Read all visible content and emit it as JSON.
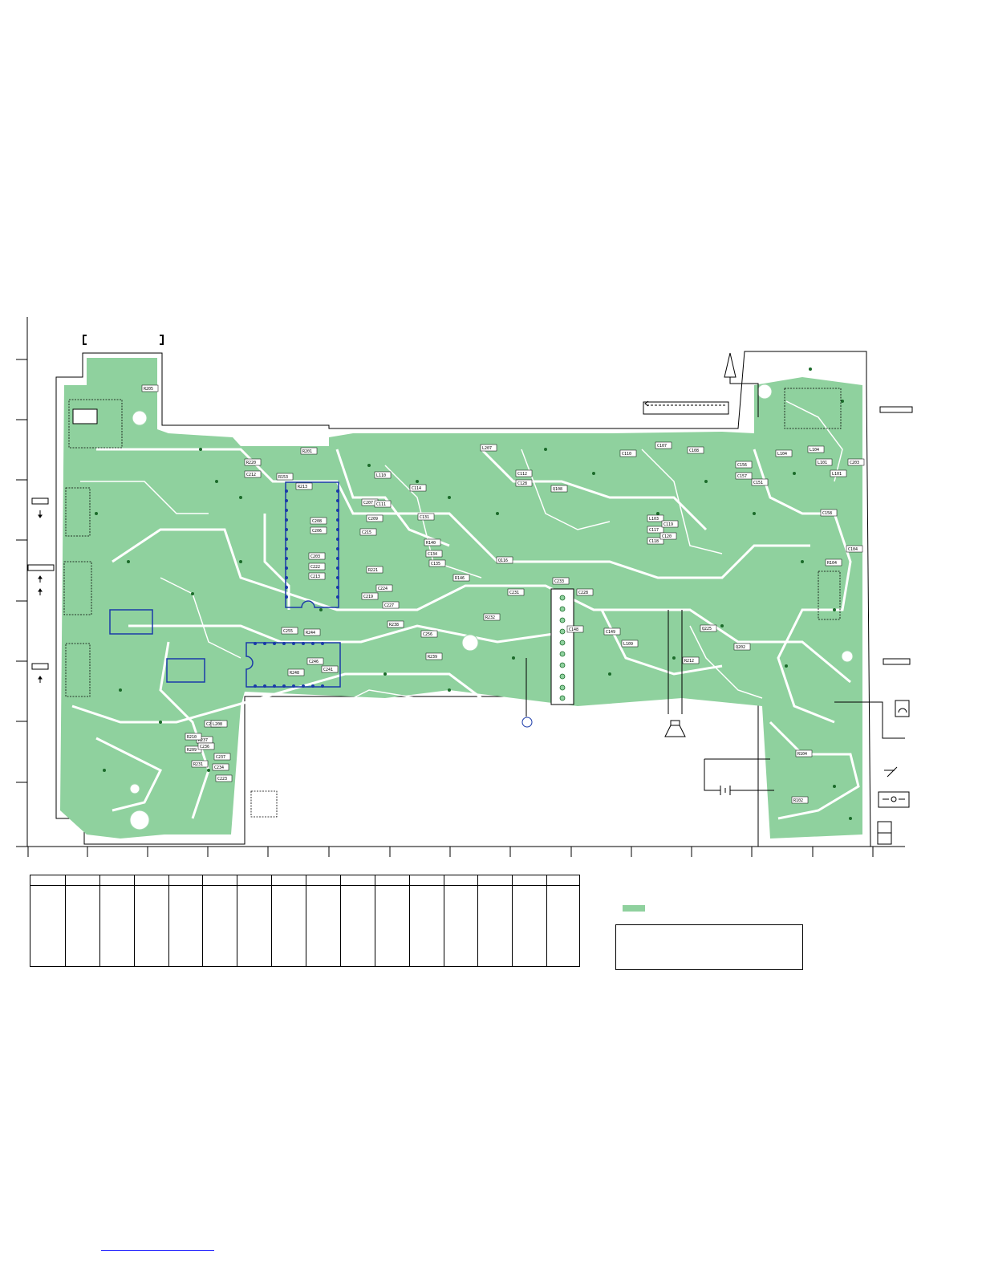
{
  "colors": {
    "copper": "#8fd19e",
    "trace": "#ffffff",
    "outline": "#000000",
    "highlight": "#1a3aa8",
    "link": "#2d2dff"
  },
  "component_labels": [
    "R205",
    "R102",
    "R104",
    "C104",
    "L104",
    "L101",
    "C203",
    "R201",
    "R213",
    "R104",
    "C107",
    "C108",
    "C110",
    "Q108",
    "L103",
    "C117",
    "C118",
    "C119",
    "C120",
    "L101",
    "L104",
    "C151",
    "C156",
    "C157",
    "C158",
    "R153",
    "C208",
    "C206",
    "C203",
    "C222",
    "C213",
    "R220",
    "C212",
    "C207",
    "C209",
    "C215",
    "R244",
    "C246",
    "R248",
    "C241",
    "C255",
    "R231",
    "R237",
    "C260",
    "R210",
    "R209",
    "C236",
    "C237",
    "C234",
    "C223",
    "C219",
    "R221",
    "C224",
    "C227",
    "R238",
    "C256",
    "R239",
    "R232",
    "C231",
    "C233",
    "L207",
    "C112",
    "C128",
    "C131",
    "R140",
    "C134",
    "C135",
    "L110",
    "C111",
    "C114",
    "R146",
    "Q116",
    "C148",
    "C149",
    "L109",
    "C228",
    "Q225",
    "R212",
    "Q202",
    "L208"
  ]
}
